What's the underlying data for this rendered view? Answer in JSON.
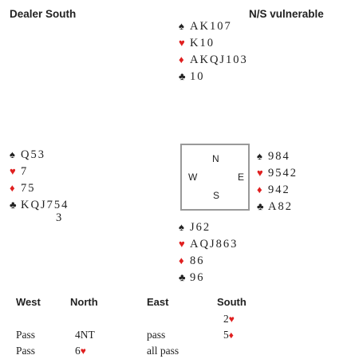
{
  "header": {
    "dealer": "Dealer South",
    "vulnerability": "N/S vulnerable"
  },
  "hands": {
    "north": [
      {
        "suit": "spade",
        "symbol": "♠",
        "color": "black",
        "cards": "AK107"
      },
      {
        "suit": "heart",
        "symbol": "♥",
        "color": "red",
        "cards": "K10"
      },
      {
        "suit": "diamond",
        "symbol": "♦",
        "color": "red",
        "cards": "AKQJ103"
      },
      {
        "suit": "club",
        "symbol": "♣",
        "color": "black",
        "cards": "10"
      }
    ],
    "west": [
      {
        "suit": "spade",
        "symbol": "♠",
        "color": "black",
        "cards": "Q53"
      },
      {
        "suit": "heart",
        "symbol": "♥",
        "color": "red",
        "cards": "7"
      },
      {
        "suit": "diamond",
        "symbol": "♦",
        "color": "red",
        "cards": "75"
      },
      {
        "suit": "club",
        "symbol": "♣",
        "color": "black",
        "cards": "KQJ754"
      }
    ],
    "west_extra": "3",
    "east": [
      {
        "suit": "spade",
        "symbol": "♠",
        "color": "black",
        "cards": "984"
      },
      {
        "suit": "heart",
        "symbol": "♥",
        "color": "red",
        "cards": "9542"
      },
      {
        "suit": "diamond",
        "symbol": "♦",
        "color": "red",
        "cards": "942"
      },
      {
        "suit": "club",
        "symbol": "♣",
        "color": "black",
        "cards": "A82"
      }
    ],
    "south": [
      {
        "suit": "spade",
        "symbol": "♠",
        "color": "black",
        "cards": "J62"
      },
      {
        "suit": "heart",
        "symbol": "♥",
        "color": "red",
        "cards": "AQJ863"
      },
      {
        "suit": "diamond",
        "symbol": "♦",
        "color": "red",
        "cards": "86"
      },
      {
        "suit": "club",
        "symbol": "♣",
        "color": "black",
        "cards": "96"
      }
    ]
  },
  "compass": {
    "north": "N",
    "west": "W",
    "east": "E",
    "south": "S"
  },
  "auction": {
    "headers": [
      "West",
      "North",
      "East",
      "South"
    ],
    "west": [
      {
        "text": ""
      },
      {
        "text": "Pass"
      },
      {
        "text": "Pass"
      }
    ],
    "north": [
      {
        "text": ""
      },
      {
        "text": "4NT"
      },
      {
        "text": "6",
        "suit": "♥",
        "color": "red"
      }
    ],
    "east": [
      {
        "text": ""
      },
      {
        "text": "pass"
      },
      {
        "text": "all pass"
      }
    ],
    "south": [
      {
        "text": "2",
        "suit": "♥",
        "color": "red"
      },
      {
        "text": "5",
        "suit": "♦",
        "color": "red"
      }
    ]
  }
}
